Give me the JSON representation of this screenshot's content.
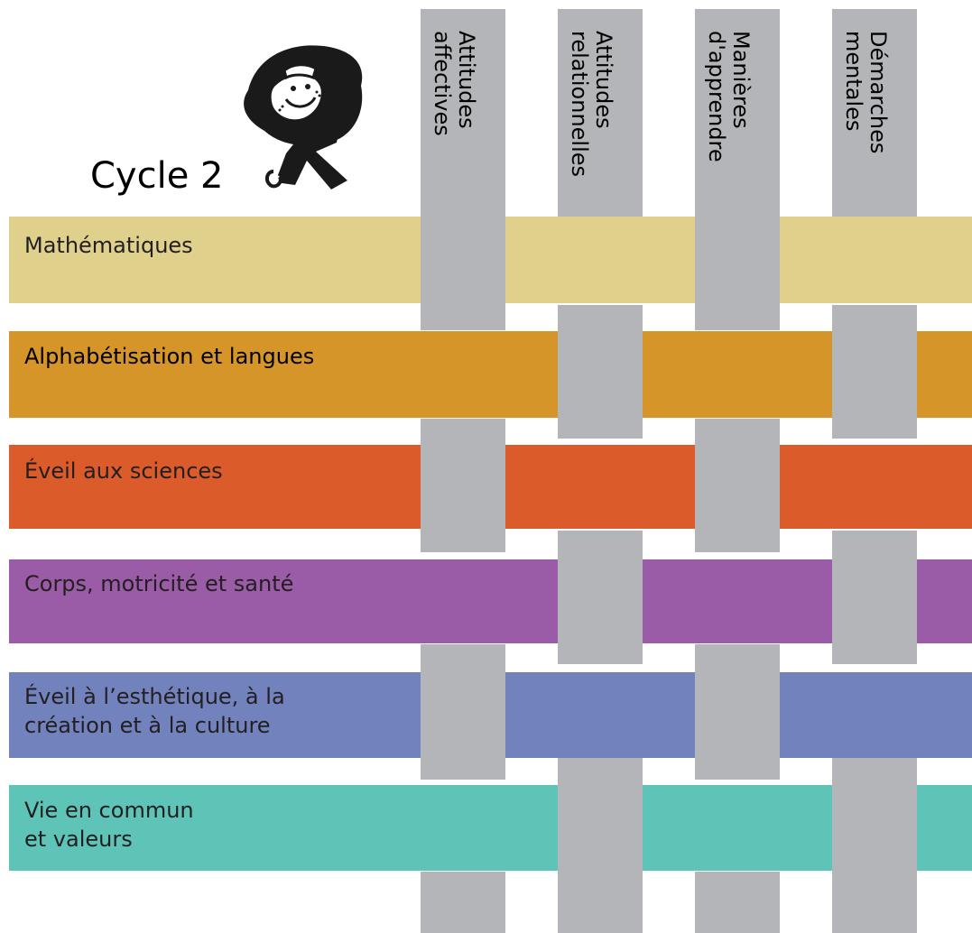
{
  "cycle_title": "Cycle 2",
  "columns": [
    {
      "label": "Attitudes\naffectives"
    },
    {
      "label": "Attitudes\nrelationnelles"
    },
    {
      "label": "Manières\nd'apprendre"
    },
    {
      "label": "Démarches\nmentales"
    }
  ],
  "bands": [
    {
      "label": "Mathématiques",
      "color": "#dfd08c",
      "text_color": "#231f20"
    },
    {
      "label": "Alphabétisation et langues",
      "color": "#d69529",
      "text_color": "#000000"
    },
    {
      "label": "Éveil aux sciences",
      "color": "#db5b2b",
      "text_color": "#231f20"
    },
    {
      "label": "Corps, motricité et santé",
      "color": "#9a5ca6",
      "text_color": "#231f20"
    },
    {
      "label": "Éveil à l’esthétique, à la\ncréation et à la culture",
      "color": "#7282bd",
      "text_color": "#231f20"
    },
    {
      "label": "Vie en commun\net valeurs",
      "color": "#5ec4b8",
      "text_color": "#231f20"
    }
  ],
  "column_color": "#b4b5b8"
}
